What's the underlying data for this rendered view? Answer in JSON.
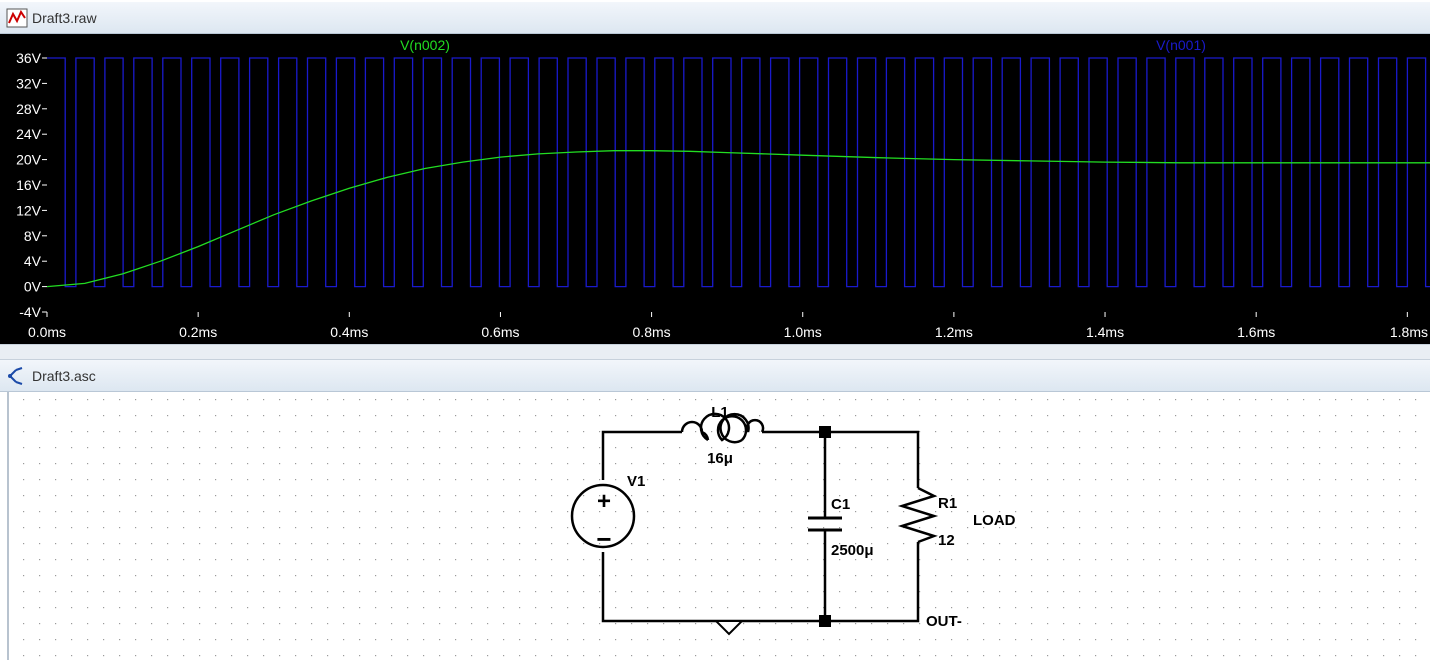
{
  "waveform_window": {
    "title": "Draft3.raw",
    "icon": "waveform-icon"
  },
  "schematic_window": {
    "title": "Draft3.asc",
    "icon": "schematic-icon"
  },
  "colors": {
    "plot_bg": "#000000",
    "trace_n002": "#22dd22",
    "trace_n001": "#1a1acc",
    "axis_text": "#ffffff",
    "schematic_line": "#000000",
    "grid_dot": "#9a9a9a"
  },
  "chart_data": {
    "type": "line",
    "legend": [
      "V(n002)",
      "V(n001)"
    ],
    "x_ticks": [
      "0.0ms",
      "0.2ms",
      "0.4ms",
      "0.6ms",
      "0.8ms",
      "1.0ms",
      "1.2ms",
      "1.4ms",
      "1.6ms",
      "1.8ms"
    ],
    "y_ticks": [
      "36V",
      "32V",
      "28V",
      "24V",
      "20V",
      "16V",
      "12V",
      "8V",
      "4V",
      "0V",
      "-4V"
    ],
    "xlim_ms": [
      0,
      1.83
    ],
    "ylim_v": [
      -4,
      36
    ],
    "series": [
      {
        "name": "V(n002)",
        "x_ms": [
          0,
          0.05,
          0.1,
          0.15,
          0.2,
          0.25,
          0.3,
          0.35,
          0.4,
          0.45,
          0.5,
          0.55,
          0.6,
          0.65,
          0.7,
          0.75,
          0.8,
          0.85,
          0.9,
          0.95,
          1.0,
          1.1,
          1.2,
          1.3,
          1.4,
          1.5,
          1.6,
          1.7,
          1.83
        ],
        "y_v": [
          0,
          0.5,
          2,
          4,
          6.3,
          8.8,
          11.3,
          13.5,
          15.5,
          17.2,
          18.6,
          19.6,
          20.4,
          20.9,
          21.2,
          21.4,
          21.4,
          21.3,
          21.1,
          20.9,
          20.7,
          20.3,
          20,
          19.8,
          19.6,
          19.5,
          19.5,
          19.5,
          19.5
        ]
      },
      {
        "name": "V(n001)",
        "waveform": "square",
        "high_v": 36,
        "low_v": 0,
        "period_ms": 0.0383,
        "duty": 0.63,
        "start_phase": "high"
      }
    ]
  },
  "schematic": {
    "source": {
      "ref": "V1",
      "plus": "+",
      "minus": "−"
    },
    "inductor": {
      "ref": "L1",
      "value": "16μ"
    },
    "capacitor": {
      "ref": "C1",
      "value": "2500μ"
    },
    "resistor": {
      "ref": "R1",
      "value": "12"
    },
    "net_labels": {
      "load": "LOAD",
      "out": "OUT-"
    }
  }
}
